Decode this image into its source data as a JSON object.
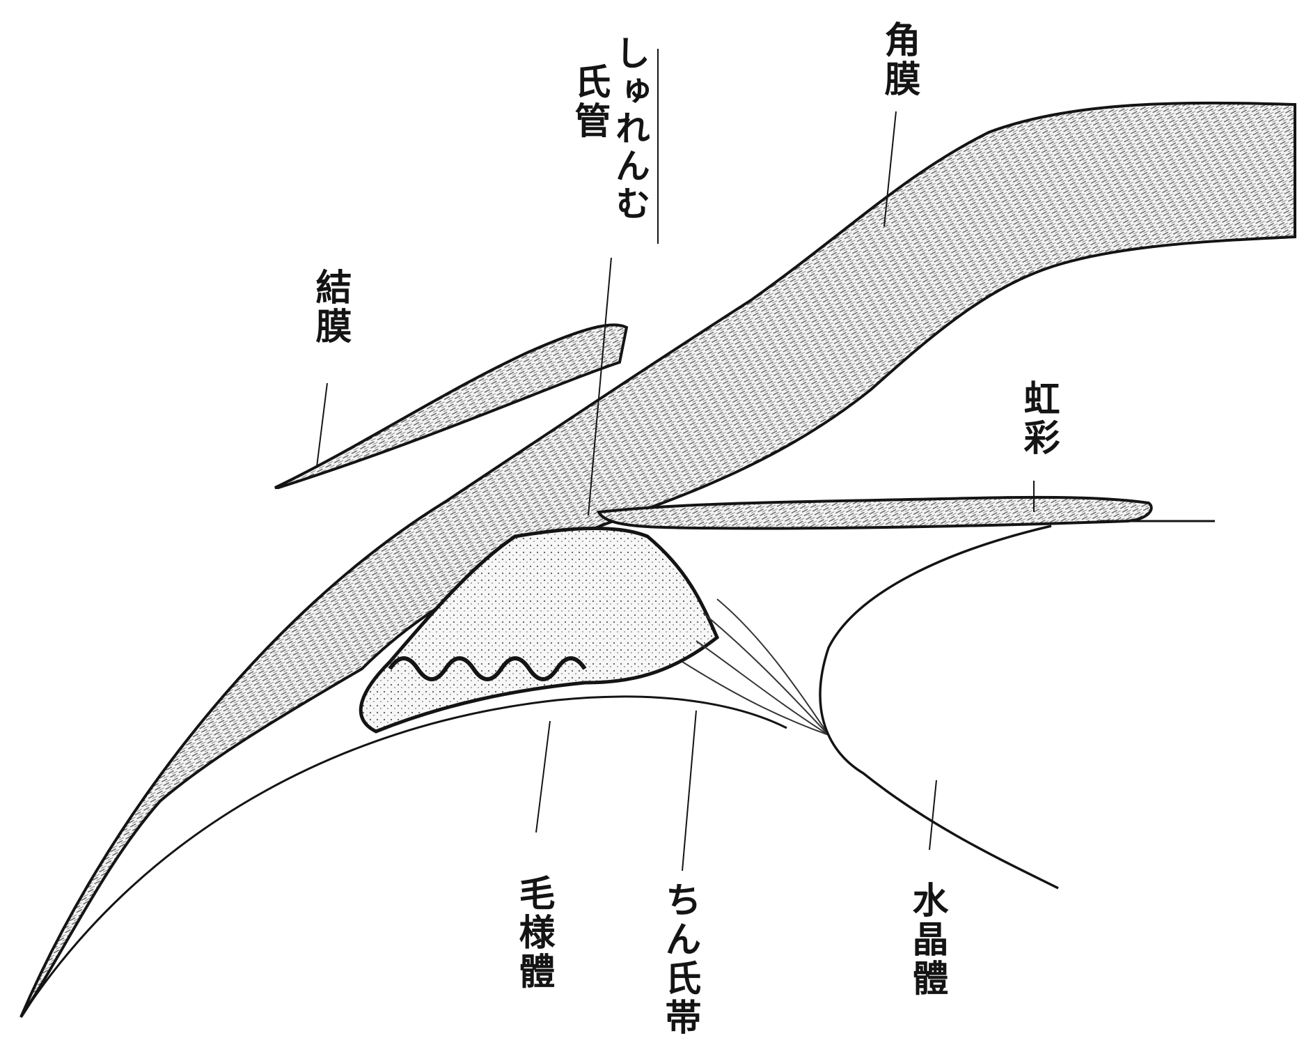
{
  "labels": {
    "kakumaku": "角膜",
    "shikan": "氏管",
    "shuremmu": "しゅれんむ",
    "ketsumaku": "結膜",
    "kosai": "虹彩",
    "moyotai": "毛様體",
    "chinshitai": "ちん氏帯",
    "suishotai": "水晶體"
  },
  "colors": {
    "ink": "#141414",
    "paper": "#ffffff",
    "tissue": "#8a8a8a"
  }
}
